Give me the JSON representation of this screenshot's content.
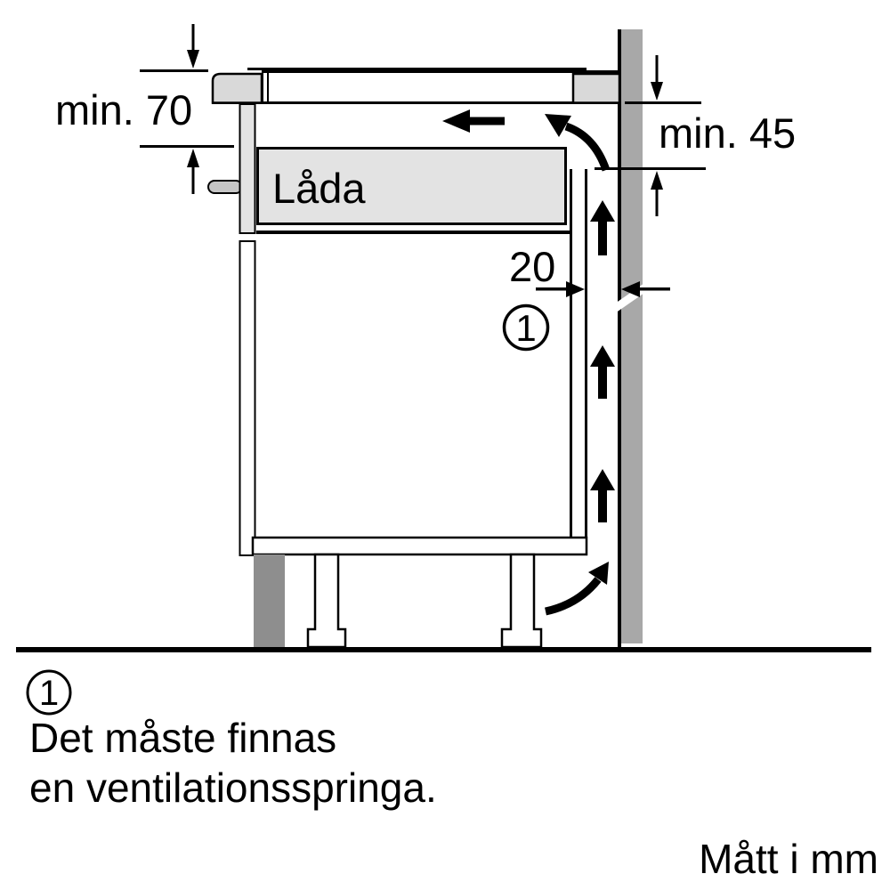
{
  "diagram": {
    "title_semantic": "hob-ventilation-clearance-diagram",
    "dimensions": {
      "min70": {
        "label": "min. 70"
      },
      "min45": {
        "label": "min. 45"
      },
      "gap20": {
        "label": "20"
      }
    },
    "drawer_label": "Låda",
    "callout_number": "1",
    "caption": {
      "marker": "1",
      "line1": "Det måste finnas",
      "line2": "en ventilationsspringa."
    },
    "units_note": "Mått i mm"
  },
  "colors": {
    "line_black": "#000000",
    "hob_block_gray": "#d9d9d9",
    "drawer_gray": "#e3e3e3",
    "door_white": "#ffffff",
    "handle_gray": "#c6c6c6",
    "wall_gray": "#a8a8a8",
    "plinth_gray": "#8e8e8e",
    "background": "#ffffff"
  }
}
